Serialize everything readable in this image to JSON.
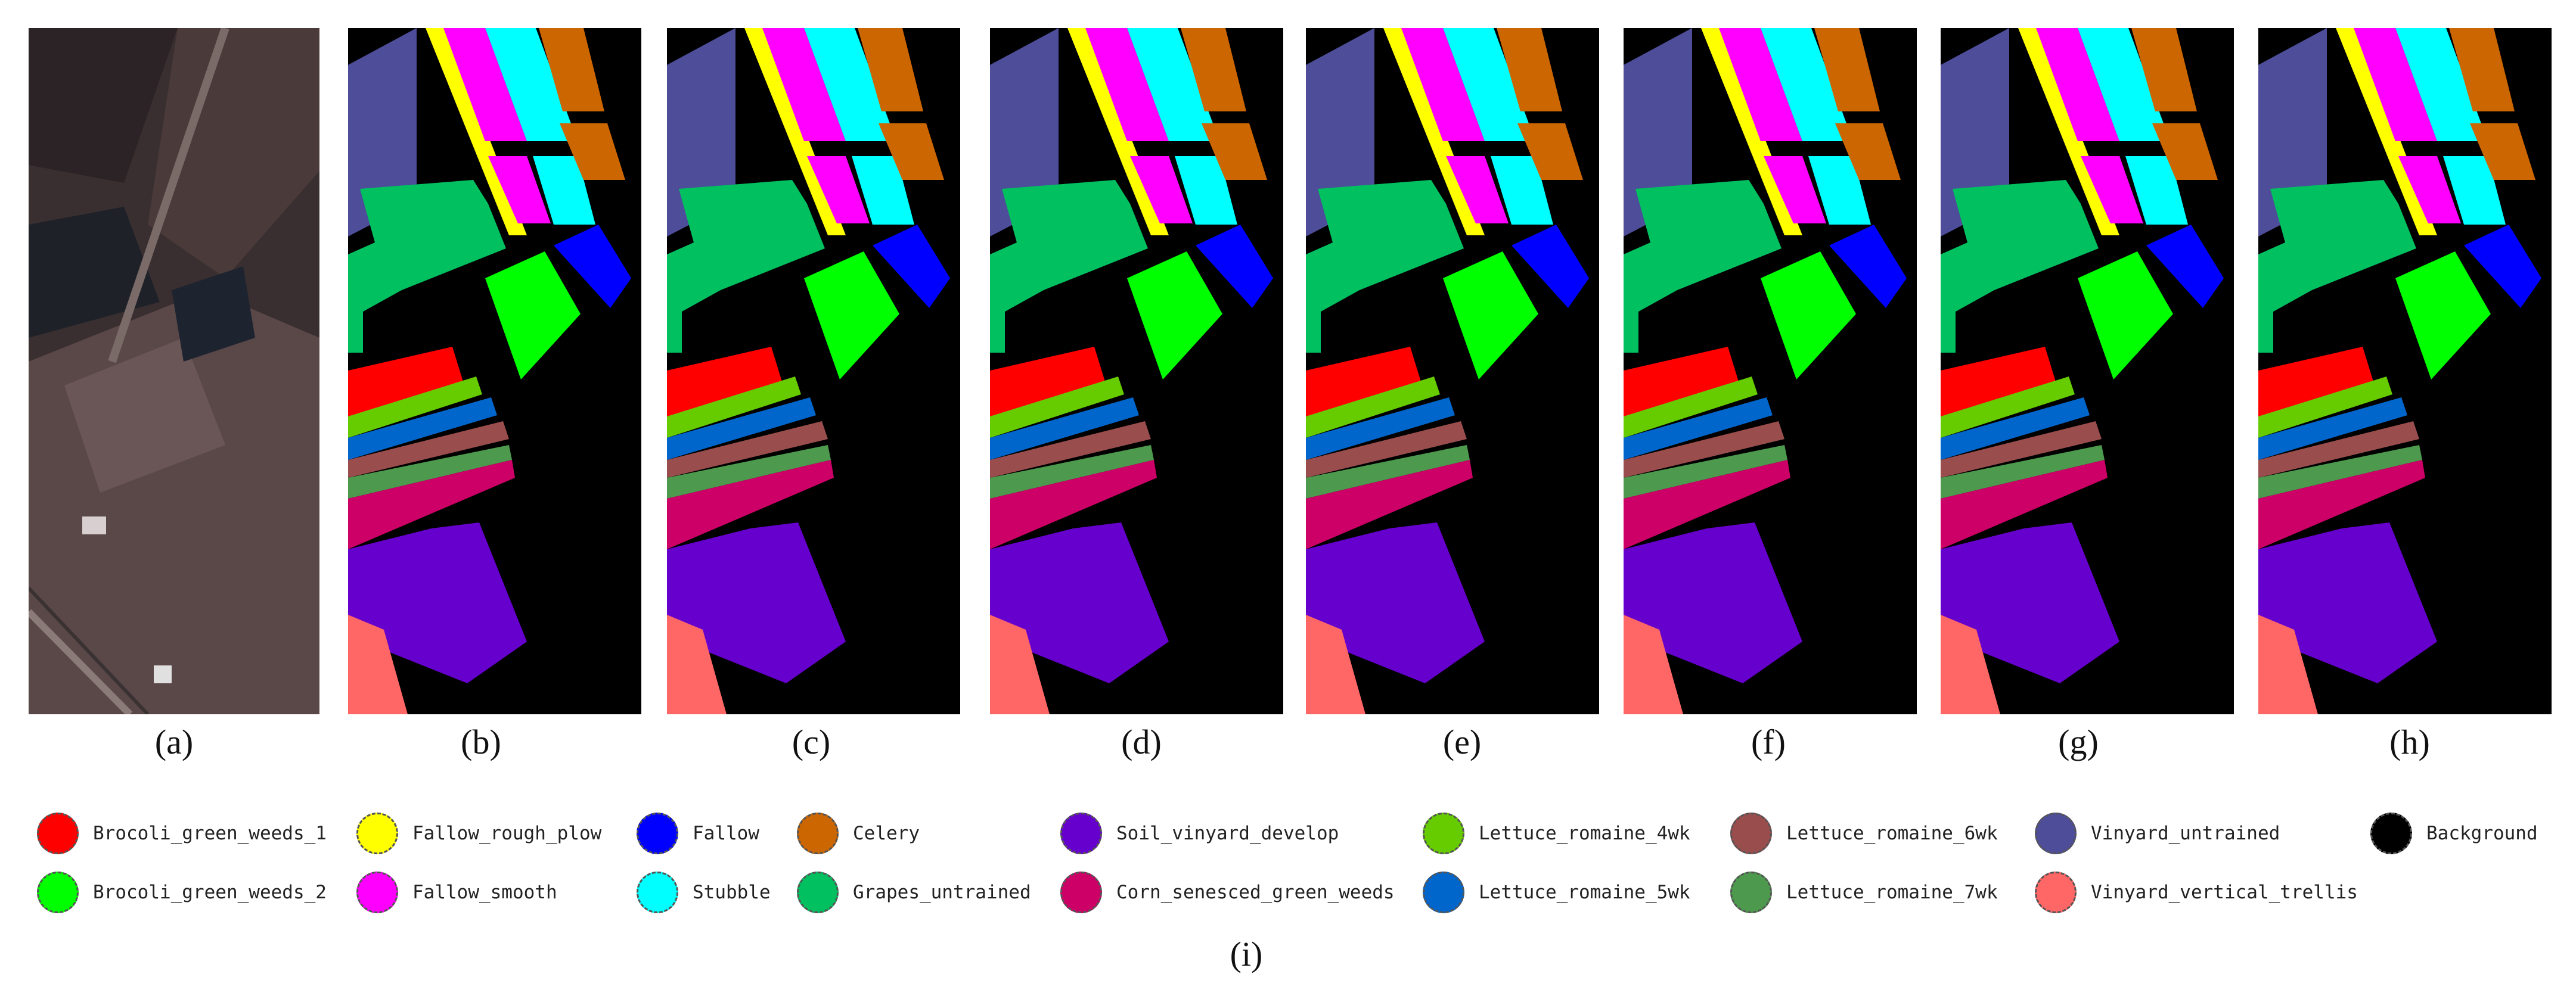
{
  "figure": {
    "panel_labels": [
      "(a)",
      "(b)",
      "(c)",
      "(d)",
      "(e)",
      "(f)",
      "(g)",
      "(h)"
    ],
    "caption": "(i)"
  },
  "legend": [
    {
      "label": "Brocoli_green_weeds_1",
      "color": "#ff0000"
    },
    {
      "label": "Brocoli_green_weeds_2",
      "color": "#00ff00"
    },
    {
      "label": "Fallow_rough_plow",
      "color": "#ffff00"
    },
    {
      "label": "Fallow_smooth",
      "color": "#ff00ff"
    },
    {
      "label": "Fallow",
      "color": "#0000ff"
    },
    {
      "label": "Stubble",
      "color": "#00ffff"
    },
    {
      "label": "Celery",
      "color": "#cc6600"
    },
    {
      "label": "Grapes_untrained",
      "color": "#00c060"
    },
    {
      "label": "Soil_vinyard_develop",
      "color": "#6600cc"
    },
    {
      "label": "Corn_senesced_green_weeds",
      "color": "#cc0066"
    },
    {
      "label": "Lettuce_romaine_4wk",
      "color": "#66cc00"
    },
    {
      "label": "Lettuce_romaine_5wk",
      "color": "#0066cc"
    },
    {
      "label": "Lettuce_romaine_6wk",
      "color": "#994d4d"
    },
    {
      "label": "Lettuce_romaine_7wk",
      "color": "#4d994d"
    },
    {
      "label": "Vinyard_untrained",
      "color": "#4d4d99"
    },
    {
      "label": "Vinyard_vertical_trellis",
      "color": "#ff6666"
    },
    {
      "label": "Background",
      "color": "#000000"
    }
  ]
}
